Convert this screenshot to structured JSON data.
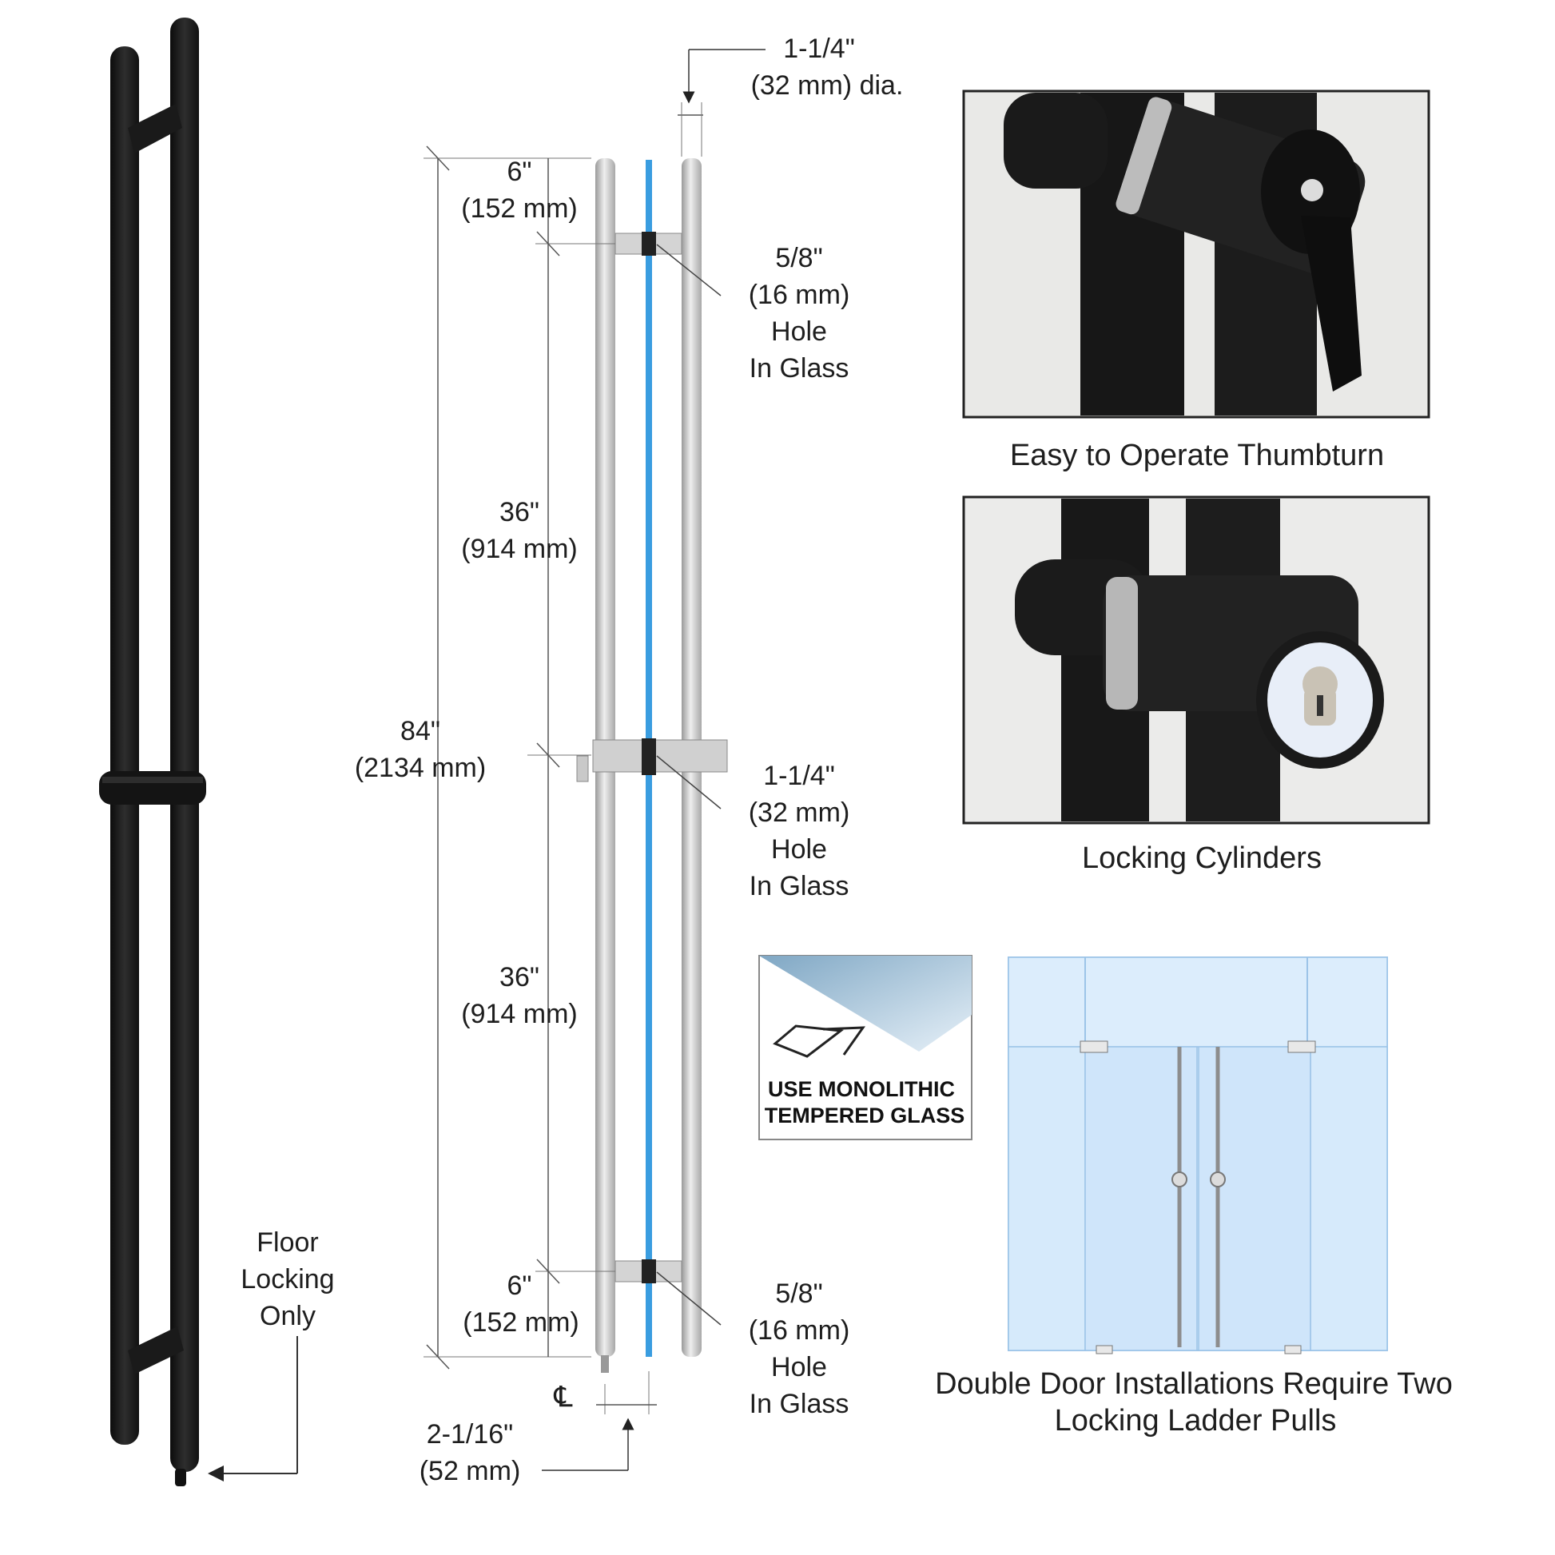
{
  "left_product": {
    "note_lines": [
      "Floor",
      "Locking",
      "Only"
    ]
  },
  "dimensions": {
    "diameter": {
      "value": "1-1/4\"",
      "metric": "(32 mm) dia."
    },
    "top_offset": {
      "value": "6\"",
      "metric": "(152 mm)"
    },
    "upper_span": {
      "value": "36\"",
      "metric": "(914 mm)"
    },
    "overall": {
      "value": "84\"",
      "metric": "(2134 mm)"
    },
    "lower_span": {
      "value": "36\"",
      "metric": "(914 mm)"
    },
    "bottom_offset": {
      "value": "6\"",
      "metric": "(152 mm)"
    },
    "projection": {
      "value": "2-1/16\"",
      "metric": "(52 mm)"
    },
    "centerline_symbol": "℄",
    "hole_top": {
      "value": "5/8\"",
      "metric": "(16 mm)",
      "line3": "Hole",
      "line4": "In Glass"
    },
    "hole_mid": {
      "value": "1-1/4\"",
      "metric": "(32 mm)",
      "line3": "Hole",
      "line4": "In Glass"
    },
    "hole_bottom": {
      "value": "5/8\"",
      "metric": "(16 mm)",
      "line3": "Hole",
      "line4": "In Glass"
    }
  },
  "photos": {
    "thumbturn_caption": "Easy to Operate Thumbturn",
    "cylinder_caption": "Locking Cylinders"
  },
  "glass_badge": {
    "line1": "USE MONOLITHIC",
    "line2": "TEMPERED GLASS"
  },
  "door_install": {
    "caption_line1": "Double Door Installations Require Two",
    "caption_line2": "Locking Ladder Pulls"
  },
  "colors": {
    "bar_black": "#1b1b1b",
    "steel": "#c8c8c8",
    "glass_blue": "#3a9de0",
    "door_glass": "#cfe6fa"
  }
}
